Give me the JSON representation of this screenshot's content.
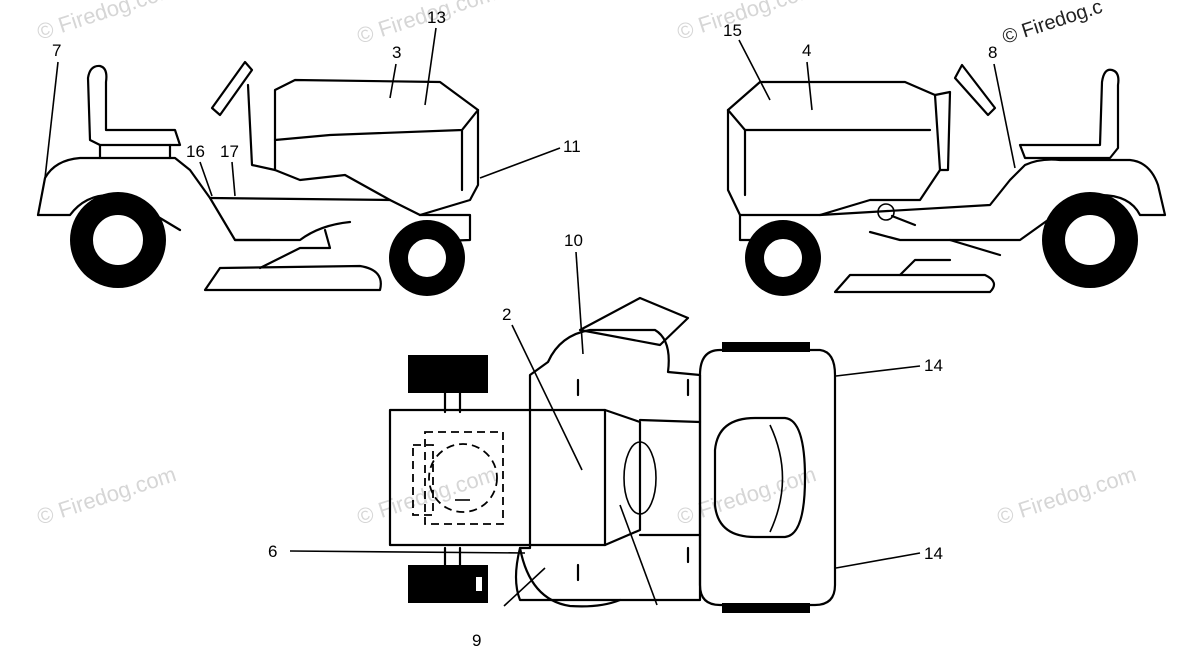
{
  "watermarks": {
    "text": "© Firedog.com",
    "corner_text": "© Firedog.c"
  },
  "callouts": {
    "c2": "2",
    "c3": "3",
    "c4": "4",
    "c6": "6",
    "c7": "7",
    "c8": "8",
    "c9": "9",
    "c10": "10",
    "c11": "11",
    "c13": "13",
    "c14a": "14",
    "c14b": "14",
    "c15": "15",
    "c16": "16",
    "c17": "17"
  },
  "colors": {
    "line": "#000000",
    "watermark": "#d6d6d6",
    "background": "#ffffff"
  }
}
